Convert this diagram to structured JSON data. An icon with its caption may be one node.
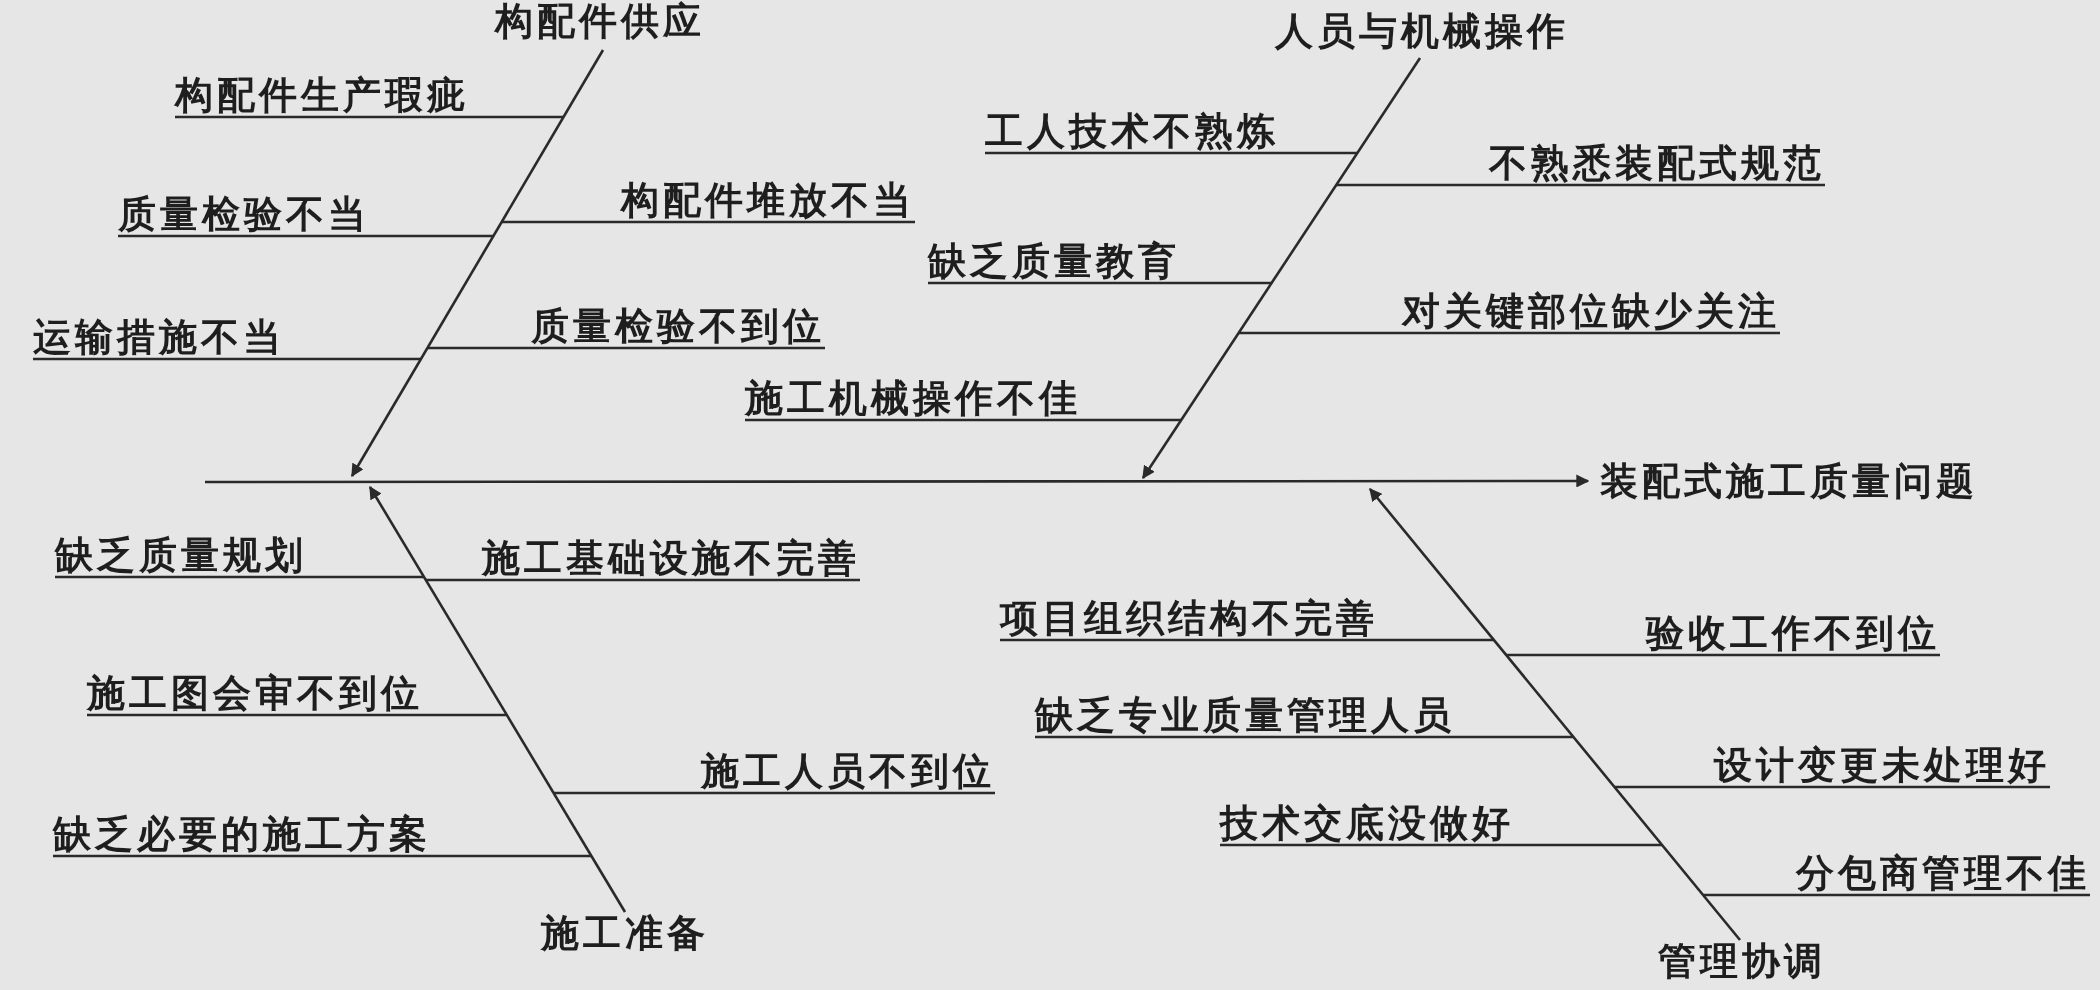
{
  "diagram": {
    "nodes": [
      {
        "text": [
          "构配件供应"
        ]
      },
      {
        "text": [
          "构配件生产瑕疵"
        ]
      },
      {
        "text": [
          "构配件堆放不当"
        ]
      },
      {
        "text": [
          "质量检验不当"
        ]
      },
      {
        "text": [
          "质量检验不到位"
        ]
      },
      {
        "text": [
          "运输措施不当"
        ]
      },
      {
        "text": [
          "人员与机械操作"
        ]
      },
      {
        "text": [
          "工人技术不熟炼"
        ]
      },
      {
        "text": [
          "不熟悉装配式规范"
        ]
      },
      {
        "text": [
          "缺乏质量教育"
        ]
      },
      {
        "text": [
          "对关键部位缺少关注"
        ]
      },
      {
        "text": [
          "施工机械操作不佳"
        ]
      },
      {
        "text": [
          "装配式施工质量问题"
        ]
      },
      {
        "text": [
          "缺乏质量规划"
        ]
      },
      {
        "text": [
          "施工基础设施不完善"
        ]
      },
      {
        "text": [
          "施工图会审不到位"
        ]
      },
      {
        "text": [
          "施工人员不到位"
        ]
      },
      {
        "text": [
          "缺乏必要的施工方案"
        ]
      },
      {
        "text": [
          "施工准备"
        ]
      },
      {
        "text": [
          "项目组织结构不完善"
        ]
      },
      {
        "text": [
          "验收工作不到位"
        ]
      },
      {
        "text": [
          "缺乏专业质量管理人员"
        ]
      },
      {
        "text": [
          "设计变更未处理好"
        ]
      },
      {
        "text": [
          "技术交底没做好"
        ]
      },
      {
        "text": [
          "分包商管理不佳"
        ]
      },
      {
        "text": [
          "管理协调"
        ]
      }
    ],
    "edges": [
      {
        "from": null,
        "to": 12,
        "arrow": "to"
      },
      {
        "from": 0,
        "to": null,
        "arrow": "to"
      },
      {
        "from": 6,
        "to": null,
        "arrow": "to"
      },
      {
        "from": 18,
        "to": null,
        "arrow": "to"
      },
      {
        "from": 25,
        "to": null,
        "arrow": "to"
      },
      {
        "from": 1,
        "to": null,
        "arrow": "none"
      },
      {
        "from": 2,
        "to": null,
        "arrow": "none"
      },
      {
        "from": 3,
        "to": null,
        "arrow": "none"
      },
      {
        "from": 4,
        "to": null,
        "arrow": "none"
      },
      {
        "from": 5,
        "to": null,
        "arrow": "none"
      },
      {
        "from": 7,
        "to": null,
        "arrow": "none"
      },
      {
        "from": 8,
        "to": null,
        "arrow": "none"
      },
      {
        "from": 9,
        "to": null,
        "arrow": "none"
      },
      {
        "from": 10,
        "to": null,
        "arrow": "none"
      },
      {
        "from": 11,
        "to": null,
        "arrow": "none"
      },
      {
        "from": 13,
        "to": null,
        "arrow": "none"
      },
      {
        "from": 14,
        "to": null,
        "arrow": "none"
      },
      {
        "from": 15,
        "to": null,
        "arrow": "none"
      },
      {
        "from": 16,
        "to": null,
        "arrow": "none"
      },
      {
        "from": 17,
        "to": null,
        "arrow": "none"
      },
      {
        "from": 19,
        "to": null,
        "arrow": "none"
      },
      {
        "from": 20,
        "to": null,
        "arrow": "none"
      },
      {
        "from": 21,
        "to": null,
        "arrow": "none"
      },
      {
        "from": 22,
        "to": null,
        "arrow": "none"
      },
      {
        "from": 23,
        "to": null,
        "arrow": "none"
      },
      {
        "from": 24,
        "to": null,
        "arrow": "none"
      }
    ]
  }
}
